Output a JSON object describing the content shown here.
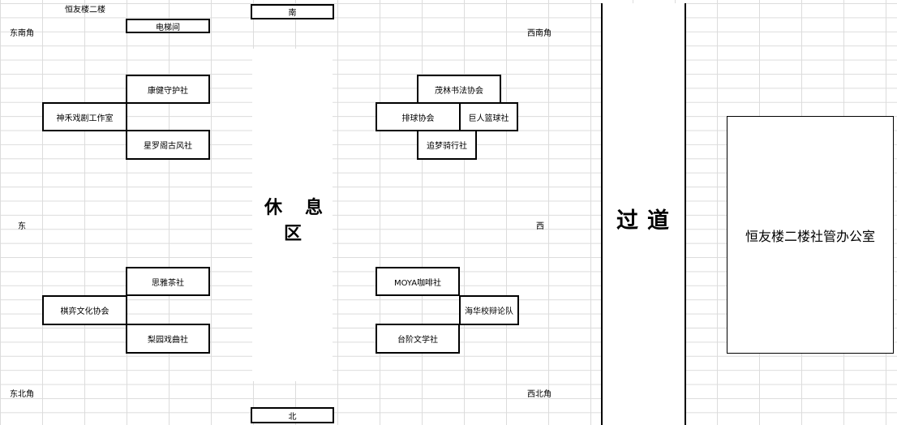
{
  "building_label": "恒友楼二楼",
  "directions": {
    "south": "南",
    "north": "北",
    "east": "东",
    "west": "西",
    "southeast_corner": "东南角",
    "southwest_corner": "西南角",
    "northeast_corner": "东北角",
    "northwest_corner": "西北角"
  },
  "rooms": {
    "elevator": "电梯间",
    "kangjian": "康健守护社",
    "shenhe": "神禾戏剧工作室",
    "xingluo": "星罗阁古风社",
    "maolin": "茂林书法协会",
    "paiqiu": "排球协会",
    "juren": "巨人篮球社",
    "zhuimeng": "追梦骑行社",
    "siya": "思雅茶社",
    "qiyi": "棋弈文化协会",
    "liyuan": "梨园戏曲社",
    "moya": "MOYA咖啡社",
    "haihua": "海华校辩论队",
    "taijie": "台阶文学社"
  },
  "rest_area": {
    "line1_a": "休",
    "line1_b": "息",
    "line2": "区"
  },
  "corridor": {
    "char1": "过",
    "char2": "道"
  },
  "office": "恒友楼二楼社管办公室"
}
